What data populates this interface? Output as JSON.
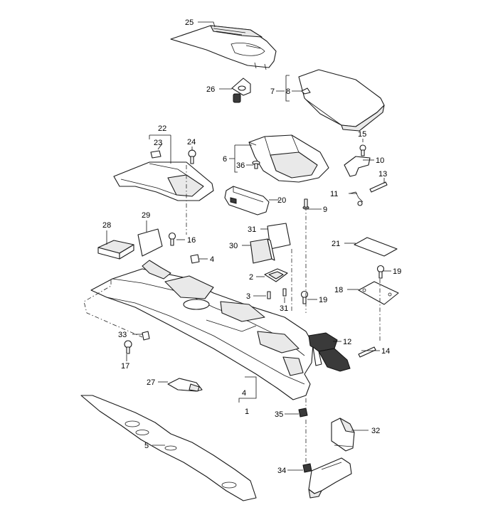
{
  "diagram": {
    "callouts": [
      {
        "id": "c1",
        "text": "1"
      },
      {
        "id": "c2",
        "text": "2"
      },
      {
        "id": "c3",
        "text": "3"
      },
      {
        "id": "c4a",
        "text": "4"
      },
      {
        "id": "c4b",
        "text": "4"
      },
      {
        "id": "c5",
        "text": "5"
      },
      {
        "id": "c6",
        "text": "6"
      },
      {
        "id": "c7",
        "text": "7"
      },
      {
        "id": "c8",
        "text": "8"
      },
      {
        "id": "c9",
        "text": "9"
      },
      {
        "id": "c10",
        "text": "10"
      },
      {
        "id": "c11",
        "text": "11"
      },
      {
        "id": "c12",
        "text": "12"
      },
      {
        "id": "c13",
        "text": "13"
      },
      {
        "id": "c14",
        "text": "14"
      },
      {
        "id": "c15",
        "text": "15"
      },
      {
        "id": "c16",
        "text": "16"
      },
      {
        "id": "c17",
        "text": "17"
      },
      {
        "id": "c18",
        "text": "18"
      },
      {
        "id": "c19a",
        "text": "19"
      },
      {
        "id": "c19b",
        "text": "19"
      },
      {
        "id": "c20",
        "text": "20"
      },
      {
        "id": "c21",
        "text": "21"
      },
      {
        "id": "c22",
        "text": "22"
      },
      {
        "id": "c23",
        "text": "23"
      },
      {
        "id": "c24",
        "text": "24"
      },
      {
        "id": "c25",
        "text": "25"
      },
      {
        "id": "c26",
        "text": "26"
      },
      {
        "id": "c27",
        "text": "27"
      },
      {
        "id": "c28",
        "text": "28"
      },
      {
        "id": "c29",
        "text": "29"
      },
      {
        "id": "c30",
        "text": "30"
      },
      {
        "id": "c31a",
        "text": "31"
      },
      {
        "id": "c31b",
        "text": "31"
      },
      {
        "id": "c32",
        "text": "32"
      },
      {
        "id": "c33",
        "text": "33"
      },
      {
        "id": "c34",
        "text": "34"
      },
      {
        "id": "c35",
        "text": "35"
      },
      {
        "id": "c36",
        "text": "36"
      }
    ]
  }
}
